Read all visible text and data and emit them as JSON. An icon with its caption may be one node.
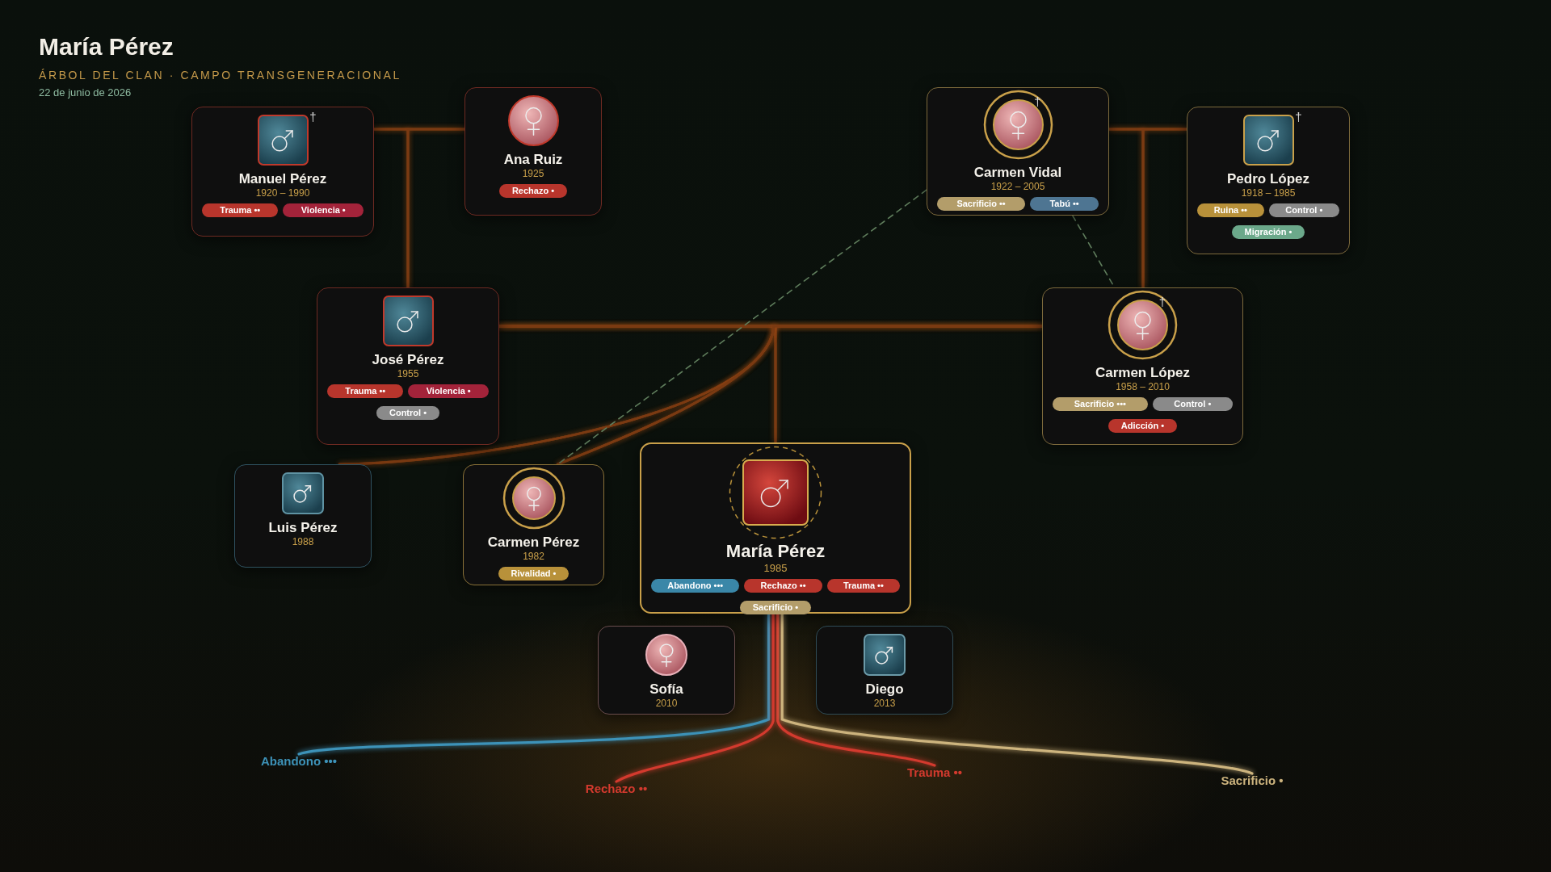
{
  "diagram": {
    "title": "María Pérez",
    "nodes": [
      {
        "text": [
          "†",
          "Manuel Pérez",
          "1920 – 1990",
          "Trauma ••",
          "Violencia •"
        ]
      },
      {
        "text": [
          "Ana Ruiz",
          "1925",
          "Rechazo •"
        ]
      },
      {
        "text": [
          "†",
          "Carmen Vidal",
          "1922 – 2005",
          "Sacrificio ••",
          "Tabú ••"
        ]
      },
      {
        "text": [
          "†",
          "Pedro López",
          "1918 – 1985",
          "Ruina ••",
          "Control •",
          "Migración •"
        ]
      },
      {
        "text": [
          "José Pérez",
          "1955",
          "Trauma ••",
          "Violencia •",
          "Control •"
        ]
      },
      {
        "text": [
          "†",
          "Carmen López",
          "1958 – 2010",
          "Sacrificio •••",
          "Control •",
          "Adicción •"
        ]
      },
      {
        "text": [
          "Luis Pérez",
          "1988"
        ]
      },
      {
        "text": [
          "Carmen Pérez",
          "1982",
          "Rivalidad •"
        ]
      },
      {
        "text": [
          "María Pérez",
          "1985",
          "Abandono •••",
          "Rechazo ••",
          "Trauma ••",
          "Sacrificio •"
        ]
      },
      {
        "text": [
          "Sofía",
          "2010"
        ]
      },
      {
        "text": [
          "Diego",
          "2013"
        ]
      },
      {
        "text": [
          "Abandono •••"
        ]
      },
      {
        "text": [
          "Rechazo ••"
        ]
      },
      {
        "text": [
          "Trauma ••"
        ]
      },
      {
        "text": [
          "Sacrificio •"
        ]
      }
    ],
    "edges": [
      {
        "from": 0,
        "to": 1,
        "arrow": "none"
      },
      {
        "from": 0,
        "to": 4,
        "arrow": "none"
      },
      {
        "from": 1,
        "to": 4,
        "arrow": "none"
      },
      {
        "from": 2,
        "to": 3,
        "arrow": "none"
      },
      {
        "from": 2,
        "to": 5,
        "arrow": "none"
      },
      {
        "from": 3,
        "to": 5,
        "arrow": "none"
      },
      {
        "from": 4,
        "to": 5,
        "arrow": "none"
      },
      {
        "from": 4,
        "to": 8,
        "arrow": "none"
      },
      {
        "from": 5,
        "to": 8,
        "arrow": "none"
      },
      {
        "from": 4,
        "to": 6,
        "arrow": "none"
      },
      {
        "from": 5,
        "to": 6,
        "arrow": "none"
      },
      {
        "from": 4,
        "to": 7,
        "arrow": "none"
      },
      {
        "from": 5,
        "to": 7,
        "arrow": "none"
      },
      {
        "from": 2,
        "to": 7,
        "arrow": "none",
        "style": "dashed",
        "color": "#5f7d5c"
      },
      {
        "from": 2,
        "to": 5,
        "arrow": "none",
        "style": "dashed",
        "color": "#5f7d5c"
      },
      {
        "from": 8,
        "to": 11,
        "arrow": "none",
        "color": "#3d92b8"
      },
      {
        "from": 8,
        "to": 12,
        "arrow": "none",
        "color": "#d33a2e"
      },
      {
        "from": 8,
        "to": 13,
        "arrow": "none",
        "color": "#d33a2e"
      },
      {
        "from": 8,
        "to": 14,
        "arrow": "none",
        "color": "#cdb47e"
      }
    ],
    "labels": [
      "ÁRBOL DEL CLAN · CAMPO TRANSGENERACIONAL",
      "22 de junio de 2026"
    ]
  }
}
